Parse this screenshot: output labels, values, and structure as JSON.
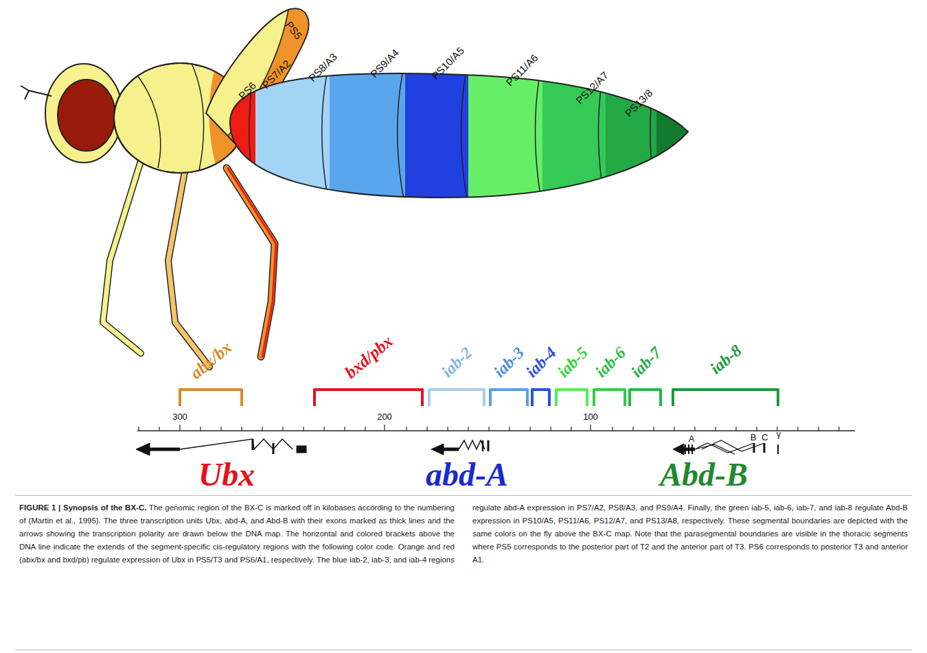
{
  "diagram": {
    "title": "FIGURE 1 | Synopsis of the BX-C.",
    "caption": "The genomic region of the BX-C is marked off in kilobases according to the numbering of (Martin et al., 1995). The three transcription units Ubx, abd-A, and Abd-B with their exons marked as thick lines and the arrows showing the transcription polarity are drawn below the DNA map. The horizontal and colored brackets above the DNA line indicate the extends of the segment-specific cis-regulatory regions with the following color code. Orange and red (abx/bx and bxd/pb) regulate expression of Ubx in PS5/T3 and PS6/A1, respectively. The blue iab-2, iab-3, and iab-4 regions regulate abd-A expression in PS7/A2, PS8/A3, and PS9/A4. Finally, the green iab-5, iab-6, iab-7, and iab-8 regulate Abd-B expression in PS10/A5, PS11/A6, PS12/A7, and PS13/A8, respectively. These segmental boundaries are depicted with the same colors on the fly above the BX-C map. Note that the parasegmental boundaries are visible in the thoracic segments where PS5 corresponds to the posterior part of T2 and the anterior part of T3. PS6 corresponds to posterior T3 and anterior A1.",
    "labels": [
      "PS5",
      "PS6",
      "PS7/A2",
      "PS8/A3",
      "PS9/A4",
      "PS10/A5",
      "PS11/A6",
      "PS12/A7",
      "PS13/8",
      "abx/bx",
      "bxd/pbx",
      "iab-2",
      "iab-3",
      "iab-4",
      "iab-5",
      "iab-6",
      "iab-7",
      "iab-8",
      "300",
      "200",
      "100",
      "Ubx",
      "abd-A",
      "Abd-B",
      "A",
      "B",
      "C",
      "γ"
    ]
  }
}
